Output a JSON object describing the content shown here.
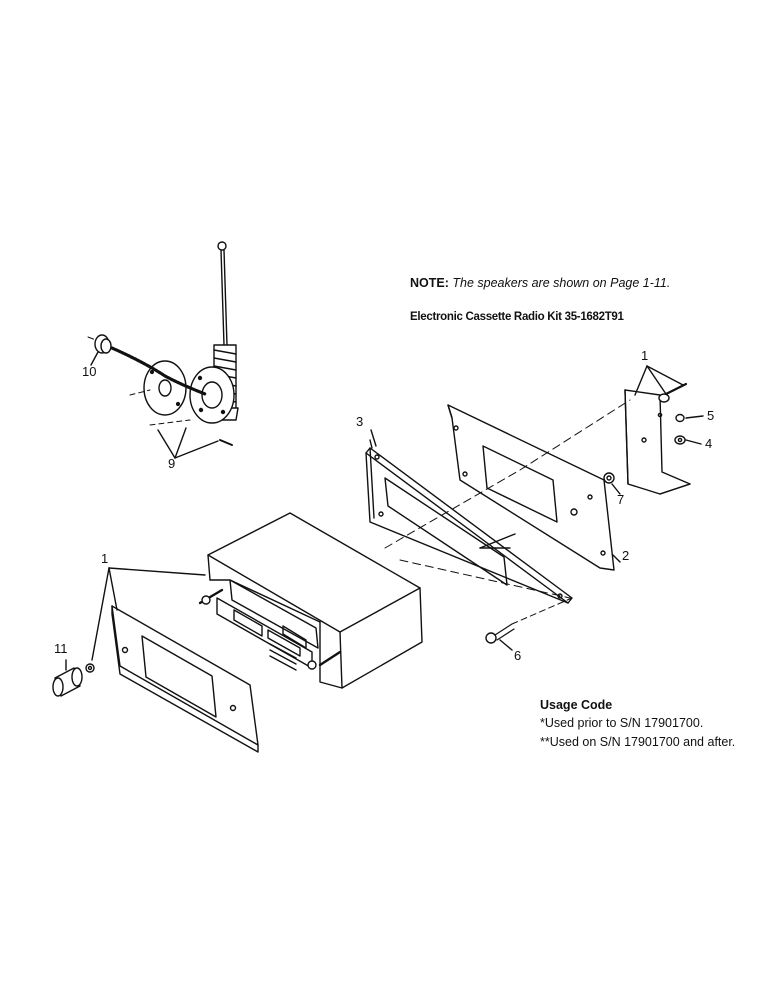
{
  "note": {
    "prefix": "NOTE:",
    "text": "The speakers are shown on Page 1-11."
  },
  "kit_title": "Electronic Cassette Radio Kit 35-1682T91",
  "usage": {
    "title": "Usage Code",
    "lines": [
      "*Used prior to S/N 17901700.",
      "**Used on S/N 17901700 and after."
    ]
  },
  "callouts": {
    "c1_top": "1",
    "c1_left": "1",
    "c2": "2",
    "c3": "3",
    "c4": "4",
    "c5": "5",
    "c6": "6",
    "c7": "7",
    "c9": "9",
    "c10": "10",
    "c11": "11"
  },
  "colors": {
    "ink": "#111111",
    "background": "#ffffff"
  }
}
